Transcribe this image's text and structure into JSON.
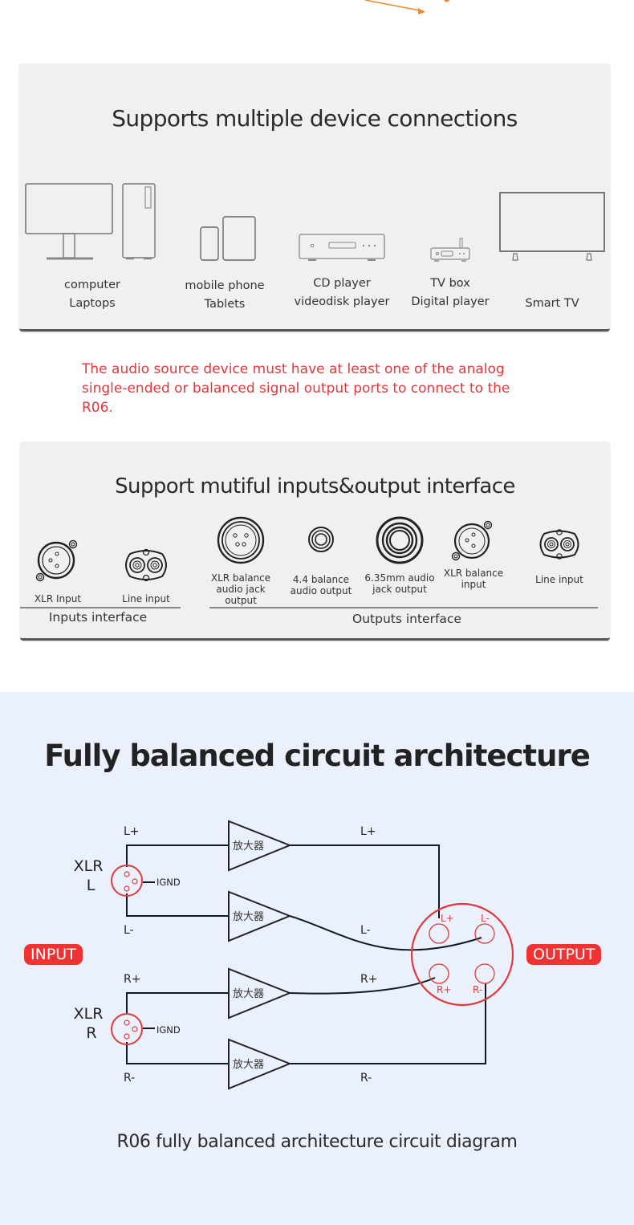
{
  "device_section": {
    "title": "Supports multiple device connections",
    "devices": [
      {
        "icon": "computer-icon",
        "line1": "computer",
        "line2": "Laptops"
      },
      {
        "icon": "mobile-tablet-icon",
        "line1": "mobile phone",
        "line2": "Tablets"
      },
      {
        "icon": "cd-player-icon",
        "line1": "CD player",
        "line2": "videodisk player"
      },
      {
        "icon": "tv-box-icon",
        "line1": "TV box",
        "line2": "Digital player"
      },
      {
        "icon": "smart-tv-icon",
        "line1": "Smart TV",
        "line2": ""
      }
    ]
  },
  "note": "The audio source device must have at least one of the analog single-ended or balanced signal output ports to connect to the R06.",
  "interface_section": {
    "title": "Support mutiful inputs&output interface",
    "inputs_label": "Inputs interface",
    "outputs_label": "Outputs interface",
    "inputs": [
      {
        "icon": "xlr-input-icon",
        "label": "XLR Input"
      },
      {
        "icon": "rca-line-input-icon",
        "label": "Line input"
      }
    ],
    "outputs": [
      {
        "icon": "xlr-4pin-output-icon",
        "label": "XLR balance audio jack output"
      },
      {
        "icon": "4-4-jack-icon",
        "label": "4.4 balance audio output"
      },
      {
        "icon": "6-35-jack-icon",
        "label": "6.35mm audio jack output"
      },
      {
        "icon": "xlr-balance-input-icon",
        "label": "XLR balance input"
      },
      {
        "icon": "rca-line-input-icon",
        "label": "Line input"
      }
    ]
  },
  "architecture": {
    "title": "Fully balanced circuit architecture",
    "caption": "R06 fully balanced architecture circuit diagram",
    "input_badge": "INPUT",
    "output_badge": "OUTPUT",
    "xlr_left": {
      "line1": "XLR",
      "line2": "L"
    },
    "xlr_right": {
      "line1": "XLR",
      "line2": "R"
    },
    "ground_label": "IGND",
    "amp_label": "放大器",
    "signals": {
      "lp": "L+",
      "lm": "L-",
      "rp": "R+",
      "rm": "R-"
    },
    "accent_color": "#f03232"
  }
}
